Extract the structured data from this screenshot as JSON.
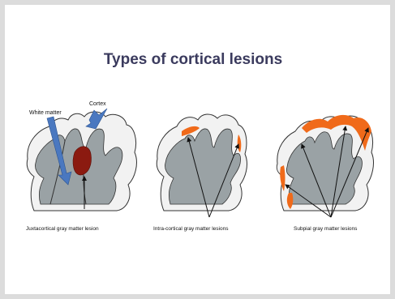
{
  "title": "Types of cortical lesions",
  "labels": {
    "white_matter": "White matter",
    "cortex": "Cortex"
  },
  "panels": [
    {
      "caption": "Juxtacortical gray matter lesion"
    },
    {
      "caption": "Intra-cortical gray matter lesions"
    },
    {
      "caption": "Subpial gray matter lesions"
    }
  ],
  "colors": {
    "white_matter_fill": "#9aa2a5",
    "cortex_fill": "#f2f2f2",
    "juxtacortical_lesion": "#8b1a10",
    "cortical_lesion": "#f06a1a",
    "pointer_arrow": "#4a78c0",
    "title": "#3b3b5e"
  }
}
